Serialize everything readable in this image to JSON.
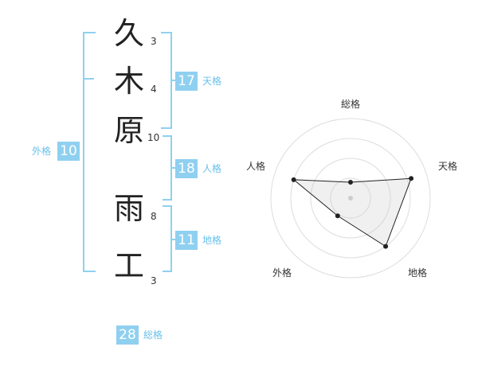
{
  "colors": {
    "accent": "#8fd0f0",
    "label": "#6ac0ea",
    "text": "#222222"
  },
  "name": {
    "chars": [
      {
        "char": "久",
        "strokes": "3"
      },
      {
        "char": "木",
        "strokes": "4"
      },
      {
        "char": "原",
        "strokes": "10"
      },
      {
        "char": "雨",
        "strokes": "8"
      },
      {
        "char": "工",
        "strokes": "3"
      }
    ]
  },
  "kaku": {
    "tenkaku": {
      "value": "17",
      "label": "天格"
    },
    "jinkaku": {
      "value": "18",
      "label": "人格"
    },
    "chikaku": {
      "value": "11",
      "label": "地格"
    },
    "gaikaku": {
      "value": "10",
      "label": "外格"
    },
    "soukaku": {
      "value": "28",
      "label": "総格"
    }
  },
  "chart_data": {
    "type": "radar",
    "axes": [
      "総格",
      "天格",
      "地格",
      "外格",
      "人格"
    ],
    "rings": 4,
    "max": 4,
    "values": [
      0.8,
      3.2,
      3.0,
      1.1,
      3.0
    ]
  }
}
